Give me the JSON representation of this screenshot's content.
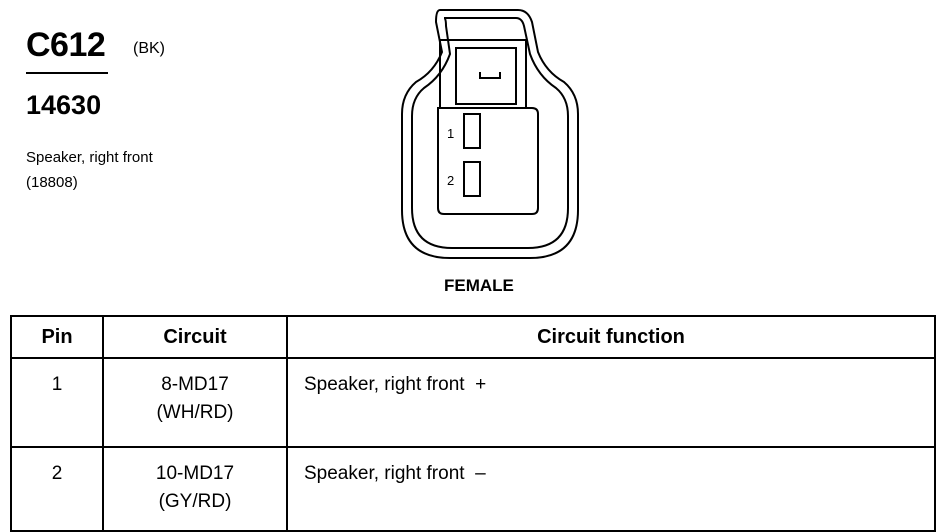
{
  "connector": {
    "id": "C612",
    "color_code": "(BK)",
    "part_number": "14630",
    "description_line1": "Speaker, right front",
    "description_line2": "(18808)",
    "pin_labels": [
      "1",
      "2"
    ],
    "gender": "FEMALE"
  },
  "table": {
    "headers": [
      "Pin",
      "Circuit",
      "Circuit function"
    ],
    "rows": [
      {
        "pin": "1",
        "circuit": "8-MD17",
        "wire_color": "(WH/RD)",
        "function": "Speaker, right front  +"
      },
      {
        "pin": "2",
        "circuit": "10-MD17",
        "wire_color": "(GY/RD)",
        "function": "Speaker, right front  –"
      }
    ]
  }
}
